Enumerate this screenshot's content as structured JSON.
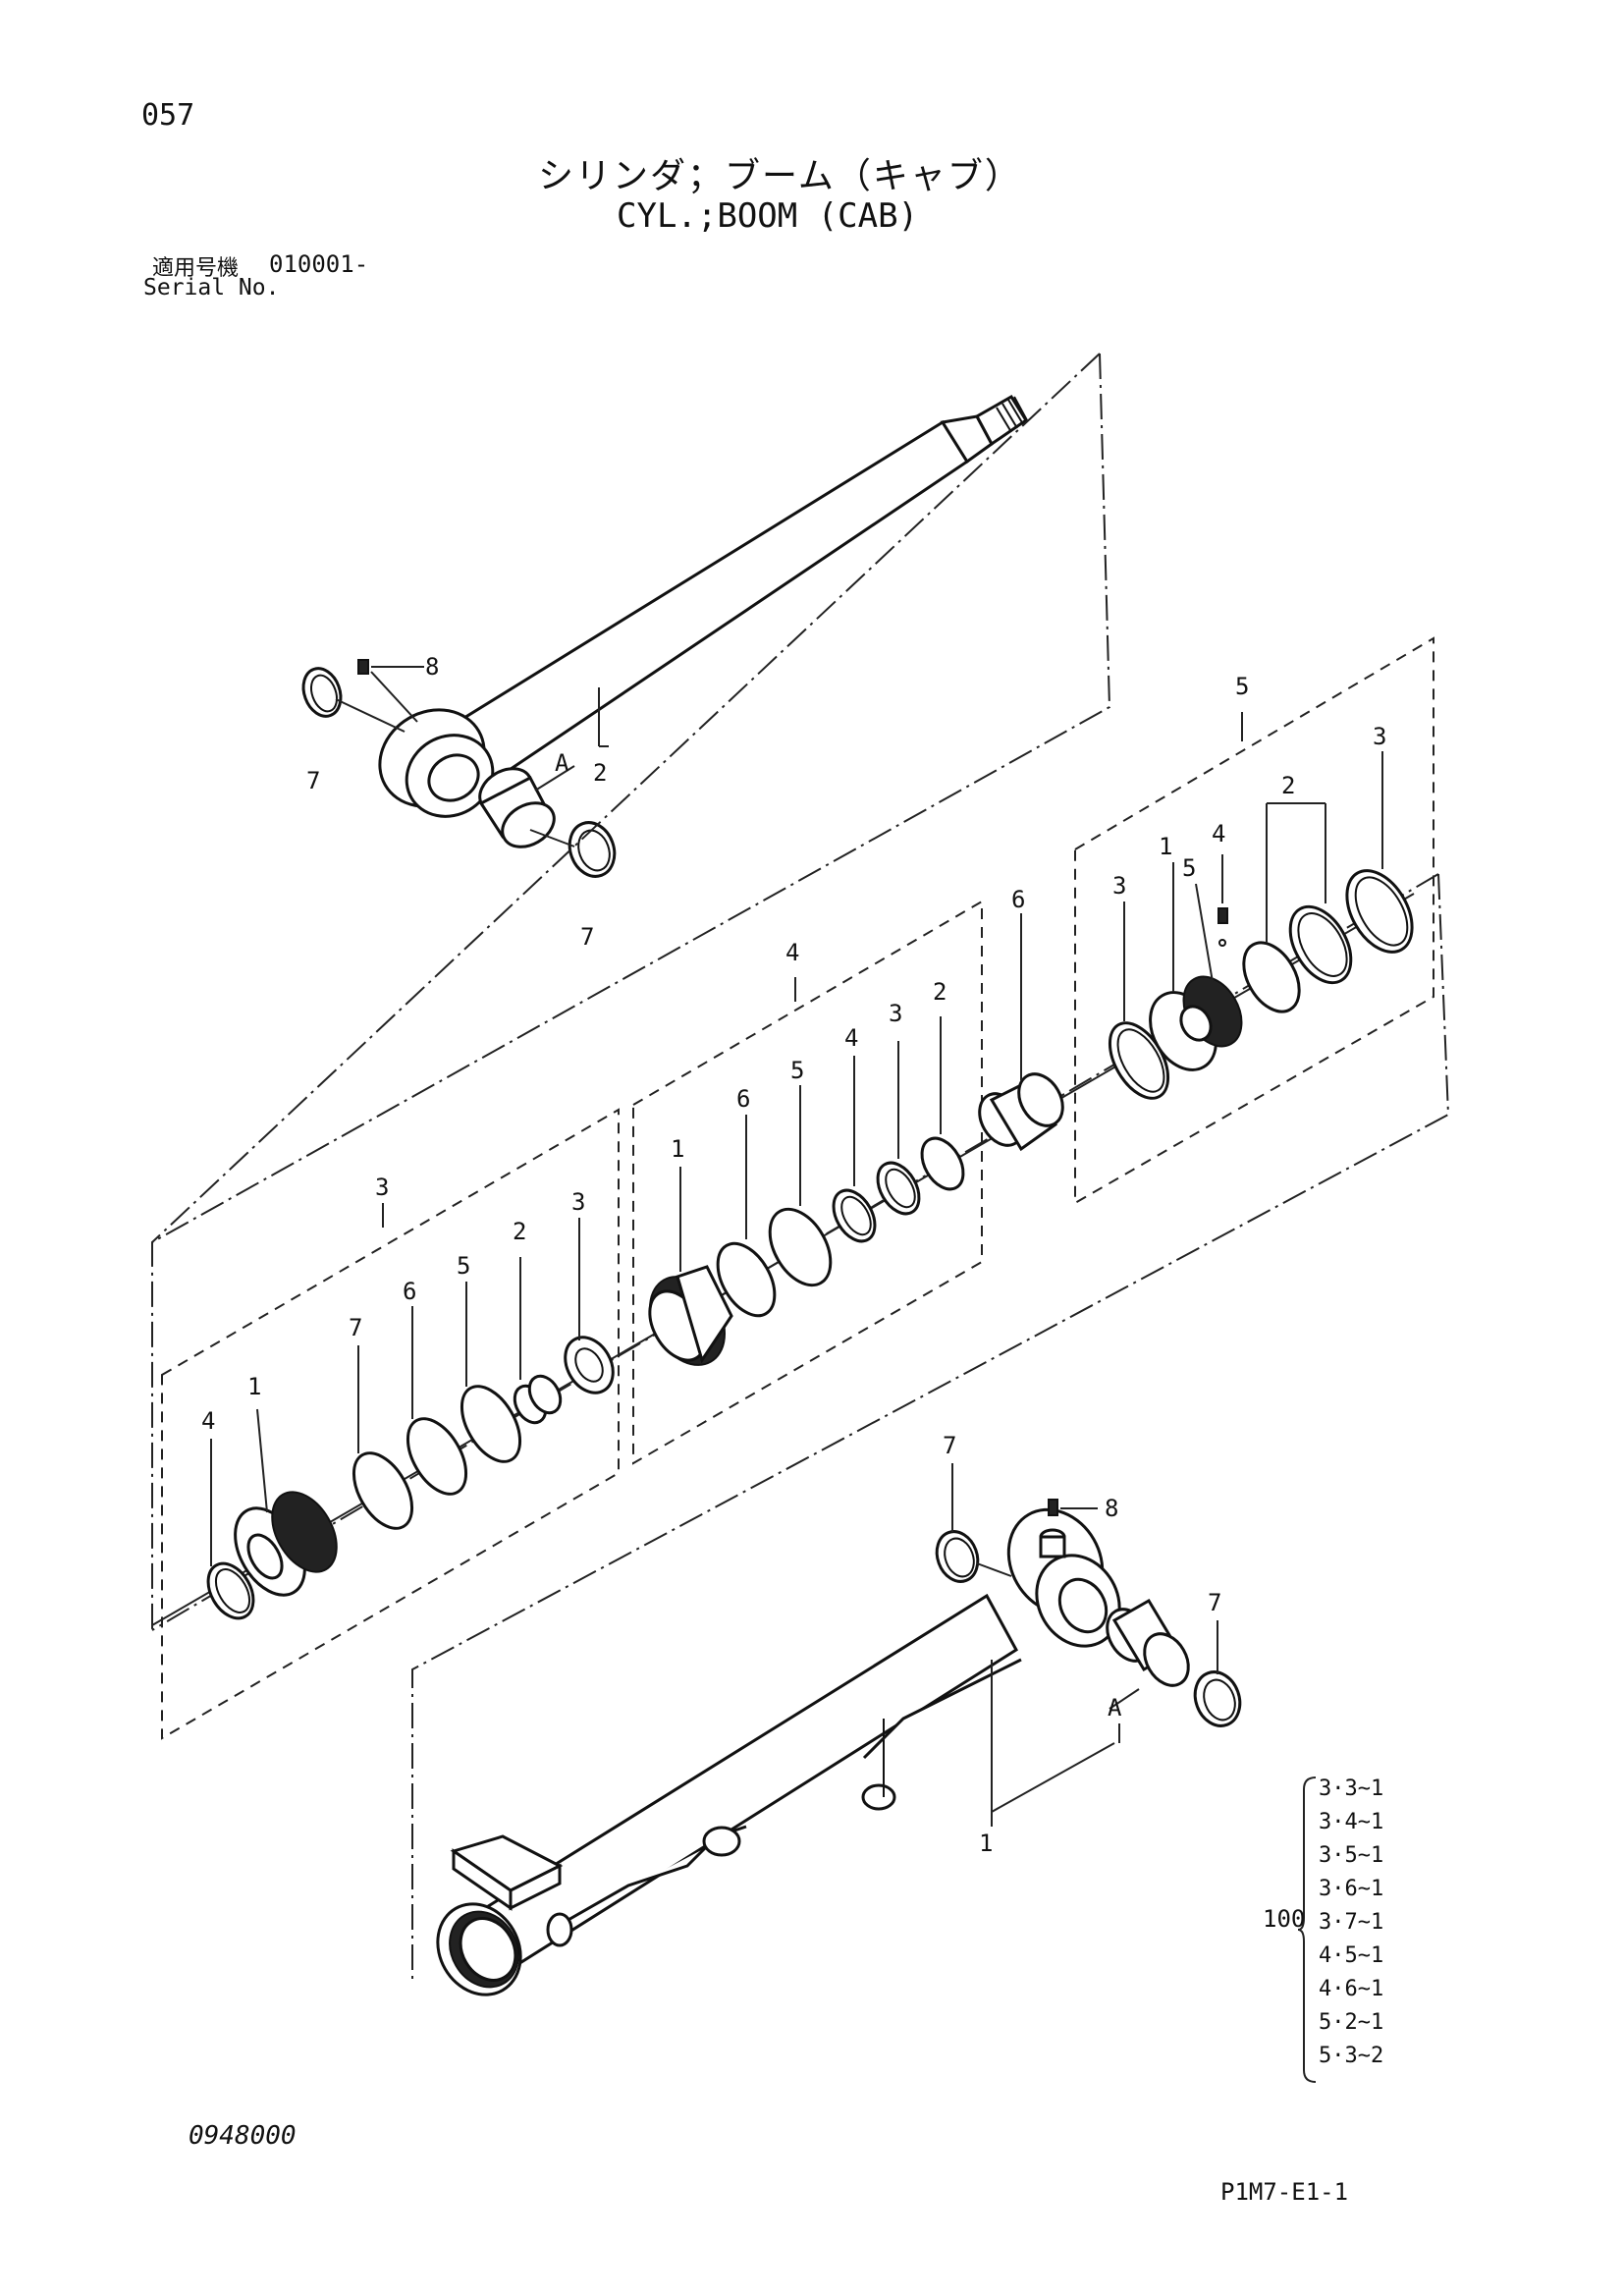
{
  "header": {
    "page_number": "057",
    "title_jp": "シリンダ；ブーム（キャブ）",
    "title_en": "CYL.;BOOM (CAB)",
    "serial_label_jp": "適用号機",
    "serial_value": "010001-",
    "serial_label_en": "Serial No."
  },
  "callouts": {
    "rod_assy": "2",
    "rod_bushing": "A",
    "rod_ring_left": "7",
    "rod_ring_right": "7",
    "rod_grease": "8",
    "kit_gland": "3",
    "gland_4": "4",
    "gland_1": "1",
    "gland_7": "7",
    "gland_6": "6",
    "gland_5": "5",
    "gland_2": "2",
    "gland_3": "3",
    "kit_piston": "4",
    "piston_1": "1",
    "piston_6": "6",
    "piston_5": "5",
    "piston_4": "4",
    "piston_3": "3",
    "piston_2": "2",
    "spacer_6": "6",
    "kit_nut": "5",
    "nut_3a": "3",
    "nut_1": "1",
    "nut_5": "5",
    "nut_4": "4",
    "nut_2": "2",
    "nut_3b": "3",
    "tube_ring_top": "7",
    "tube_grease": "8",
    "tube_ring_right": "7",
    "tube_bushing": "A",
    "tube_assy": "1"
  },
  "kit": {
    "label": "100",
    "items": [
      "3·3~1",
      "3·4~1",
      "3·5~1",
      "3·6~1",
      "3·7~1",
      "4·5~1",
      "4·6~1",
      "5·2~1",
      "5·3~2"
    ]
  },
  "footer": {
    "left_code": "0948000",
    "right_code": "P1M7-E1-1"
  }
}
